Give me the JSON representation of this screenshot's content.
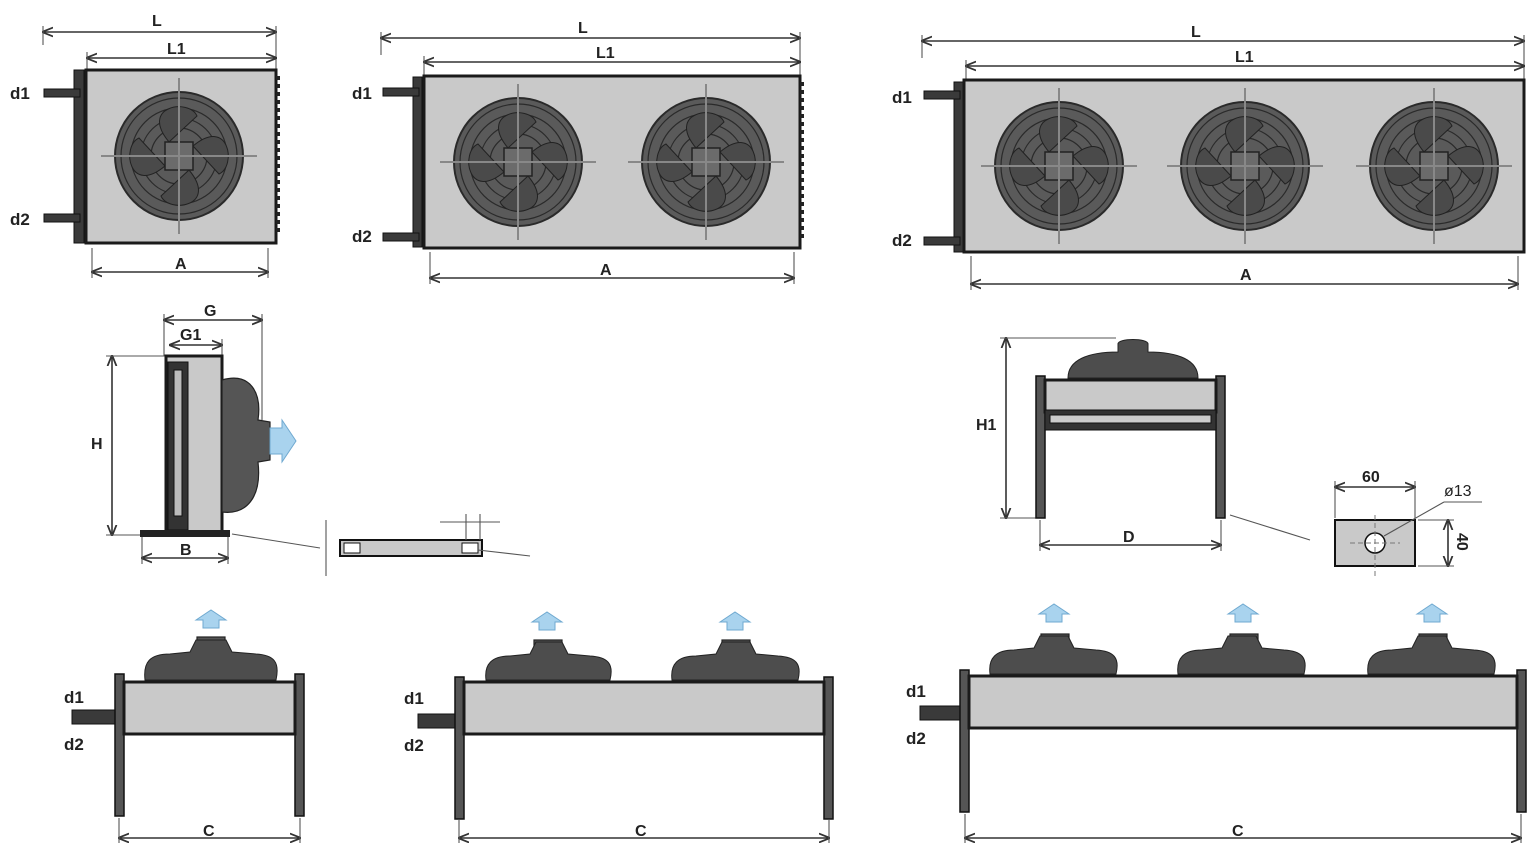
{
  "labels": {
    "L": "L",
    "L1": "L1",
    "A": "A",
    "d1": "d1",
    "d2": "d2",
    "G": "G",
    "G1": "G1",
    "H": "H",
    "B": "B",
    "H1": "H1",
    "D": "D",
    "C": "C",
    "foot_width": "60",
    "foot_height": "40",
    "hole_diameter": "ø13"
  },
  "units": [
    {
      "id": "one-fan",
      "fans": 1
    },
    {
      "id": "two-fan",
      "fans": 2
    },
    {
      "id": "three-fan",
      "fans": 3
    }
  ],
  "colors": {
    "casing": "#c9c9c9",
    "fan": "#5a5a5a",
    "airflow": "#a9d3ee",
    "line": "#1a1a1a"
  }
}
